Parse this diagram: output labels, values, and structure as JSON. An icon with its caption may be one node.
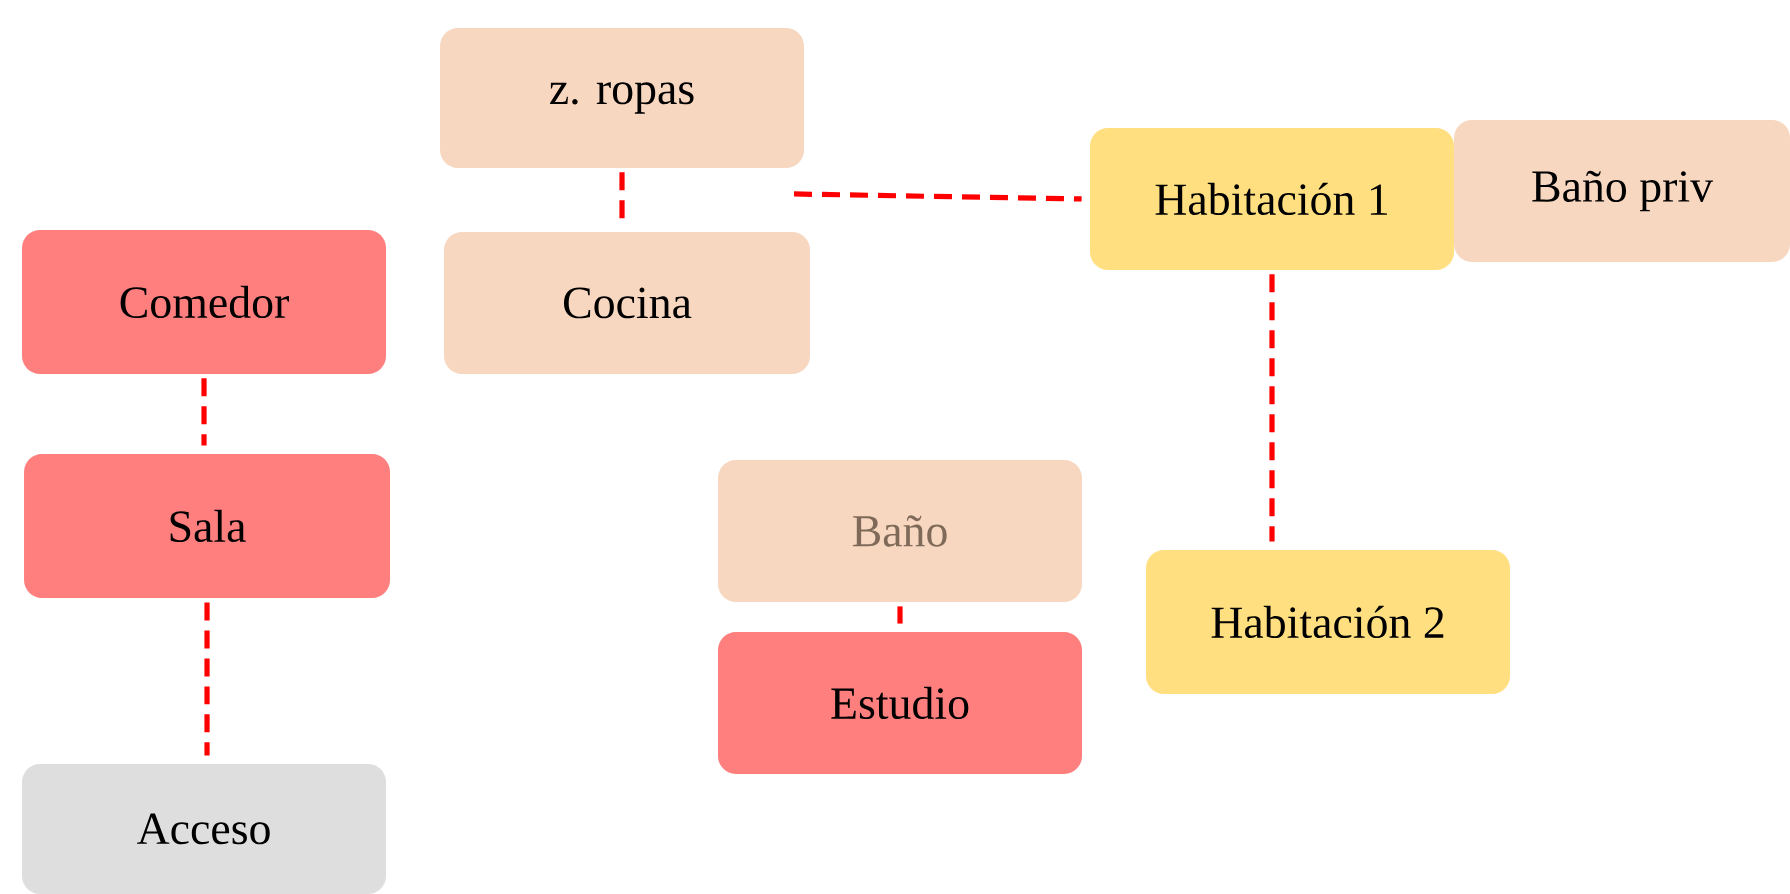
{
  "diagram": {
    "nodes": [
      {
        "text": [
          "z. ropas"
        ]
      },
      {
        "text": [
          "Cocina"
        ]
      },
      {
        "text": [
          "Habitación 1"
        ]
      },
      {
        "text": [
          "Baño priv"
        ]
      },
      {
        "text": [
          "Comedor"
        ]
      },
      {
        "text": [
          "Sala"
        ]
      },
      {
        "text": [
          "Baño"
        ]
      },
      {
        "text": [
          "Estudio"
        ]
      },
      {
        "text": [
          "Habitación 2"
        ]
      },
      {
        "text": [
          "Acceso"
        ]
      }
    ],
    "edges": [
      {
        "from": 0,
        "to": 1,
        "arrow": "none",
        "style": "dashed"
      },
      {
        "from": null,
        "to": 2,
        "arrow": "none",
        "style": "dashed"
      },
      {
        "from": 2,
        "to": 8,
        "arrow": "none",
        "style": "dashed"
      },
      {
        "from": 4,
        "to": 5,
        "arrow": "none",
        "style": "dashed"
      },
      {
        "from": 5,
        "to": 9,
        "arrow": "none",
        "style": "dashed"
      },
      {
        "from": 6,
        "to": 7,
        "arrow": "none",
        "style": "dashed"
      }
    ]
  }
}
